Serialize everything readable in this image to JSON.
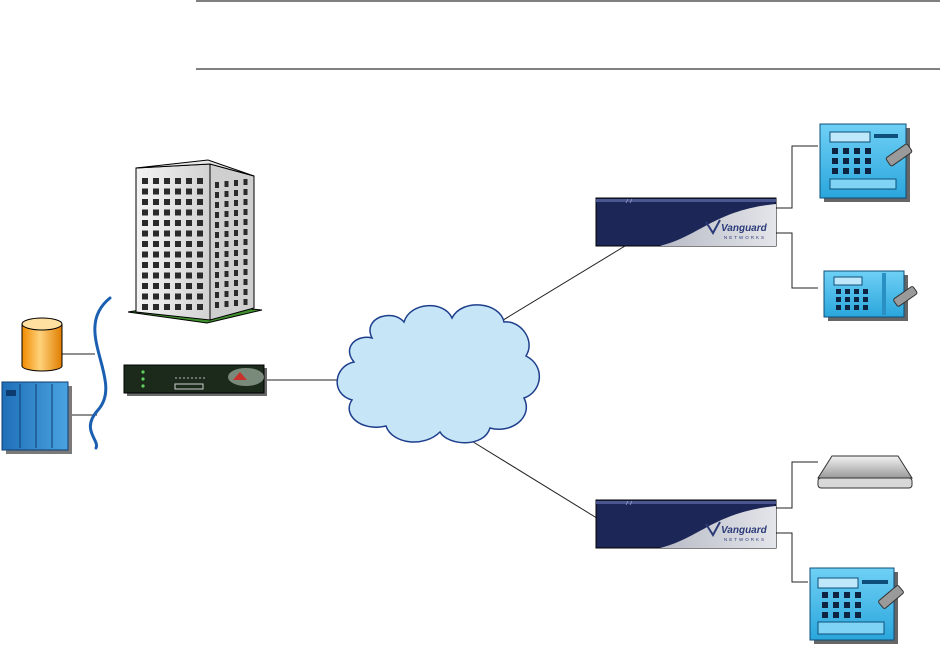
{
  "diagram": {
    "router_top": {
      "brand": "Vanguard",
      "sub": "NETWORKS"
    },
    "router_bottom": {
      "brand": "Vanguard",
      "sub": "NETWORKS"
    }
  },
  "colors": {
    "cloud_fill": "#c6e6f7",
    "cloud_stroke": "#1e3f8c",
    "router_navy": "#2b3a78",
    "router_silver": "#c9cbd3",
    "terminal_blue": "#37b7e9",
    "building_green": "#3f8f2e",
    "mainframe_blue": "#3c8fd0",
    "database_orange": "#f5a623",
    "bus_line": "#1a5fb0"
  }
}
